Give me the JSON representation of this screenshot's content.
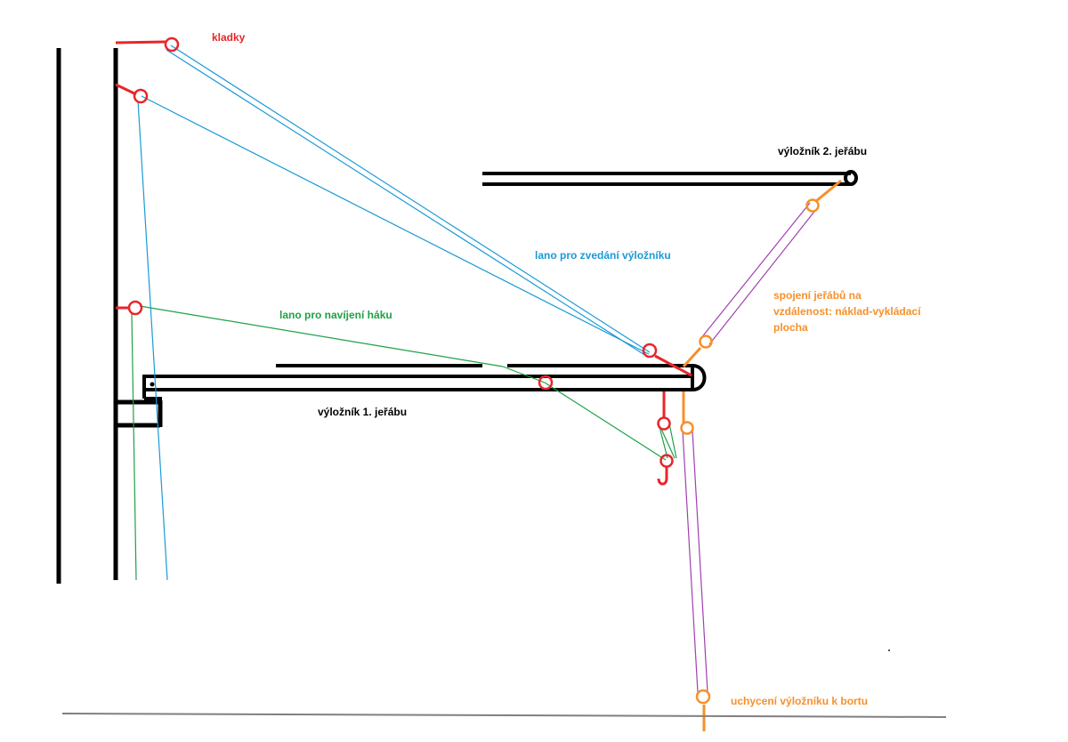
{
  "labels": {
    "kladky": "kladky",
    "boom2": "výložník 2. jeřábu",
    "lift_rope": "lano pro zvedání výložníku",
    "hook_rope": "lano pro navíjení háku",
    "boom1": "výložník 1. jeřábu",
    "connection_line1": "spojení jeřábů na",
    "connection_line2": "vzdálenost: náklad-vykládací",
    "connection_line3": "plocha",
    "attachment": "uchycení výložníku k bortu"
  },
  "colors": {
    "structure": "#000000",
    "pulley": "#e8262b",
    "lift_rope": "#1a9ad6",
    "hook_rope": "#1fa046",
    "connection": "#f7902a",
    "strut": "#a040b0",
    "ground": "#808080"
  }
}
